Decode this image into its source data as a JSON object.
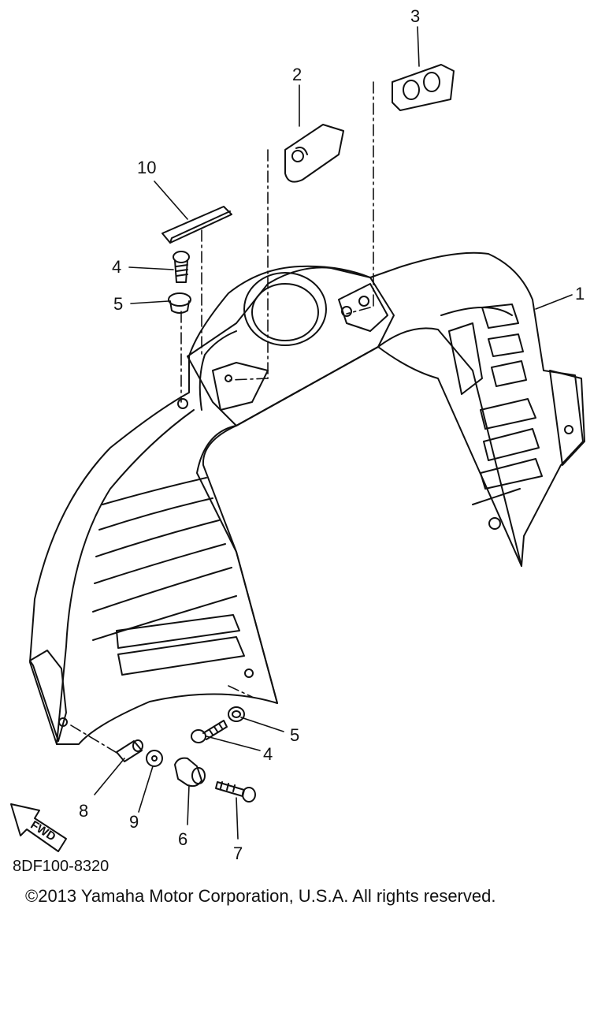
{
  "callouts": {
    "p1": "1",
    "p2": "2",
    "p3": "3",
    "p4_upper": "4",
    "p5_upper": "5",
    "p10": "10",
    "p5_lower": "5",
    "p4_lower": "4",
    "p8": "8",
    "p9": "9",
    "p6": "6",
    "p7": "7"
  },
  "direction_arrow": {
    "label": "FWD"
  },
  "diagram_code": "8DF100-8320",
  "copyright": "©2013 Yamaha Motor Corporation, U.S.A. All rights reserved.",
  "colors": {
    "ink": "#111111",
    "paper": "#ffffff"
  }
}
